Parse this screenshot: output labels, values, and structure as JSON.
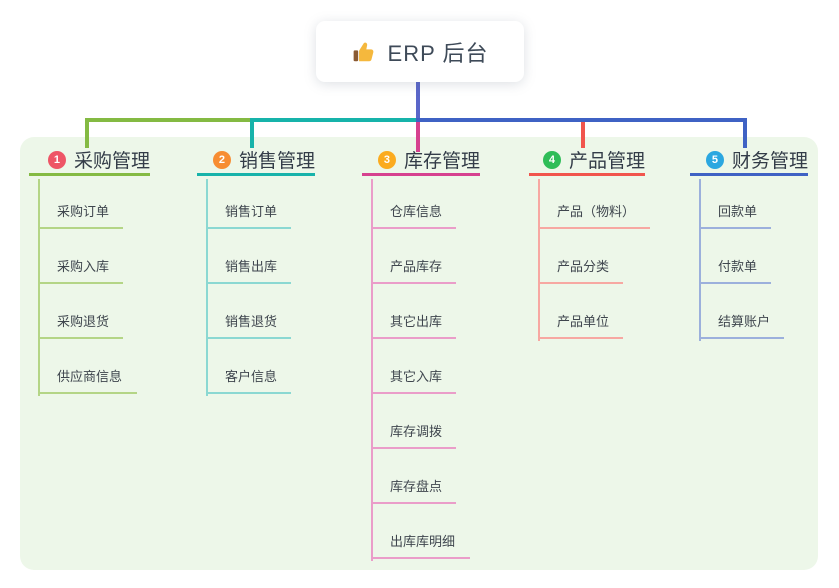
{
  "root": {
    "icon": "thumbs-up",
    "title": "ERP 后台"
  },
  "colors": {
    "canvas_bg": "#ffffff",
    "panel_bg": "#edf7e9",
    "root_line": "#5a66c9",
    "root_text": "#3e4a58",
    "label_text": "#333c48",
    "item_text": "#3f464e",
    "thumb_yellow": "#f5b83d",
    "thumb_cuff": "#8a5a33"
  },
  "branches": [
    {
      "badge": "1",
      "label": "采购管理",
      "badge_color": "#ee5566",
      "line_color": "#84ba43",
      "sub_line_color": "#b4d586",
      "items": [
        "采购订单",
        "采购入库",
        "采购退货",
        "供应商信息"
      ]
    },
    {
      "badge": "2",
      "label": "销售管理",
      "badge_color": "#f78d32",
      "line_color": "#17b3aa",
      "sub_line_color": "#8bd8d2",
      "items": [
        "销售订单",
        "销售出库",
        "销售退货",
        "客户信息"
      ]
    },
    {
      "badge": "3",
      "label": "库存管理",
      "badge_color": "#fbab1f",
      "line_color": "#d6418f",
      "sub_line_color": "#ea9dc9",
      "items": [
        "仓库信息",
        "产品库存",
        "其它出库",
        "其它入库",
        "库存调拨",
        "库存盘点",
        "出库库明细"
      ]
    },
    {
      "badge": "4",
      "label": "产品管理",
      "badge_color": "#2fbd58",
      "line_color": "#f1554d",
      "sub_line_color": "#f7a8a2",
      "items": [
        "产品（物料）",
        "产品分类",
        "产品单位"
      ]
    },
    {
      "badge": "5",
      "label": "财务管理",
      "badge_color": "#2ba7e0",
      "line_color": "#3f62c4",
      "sub_line_color": "#9cb0dc",
      "items": [
        "回款单",
        "付款单",
        "结算账户"
      ]
    }
  ]
}
